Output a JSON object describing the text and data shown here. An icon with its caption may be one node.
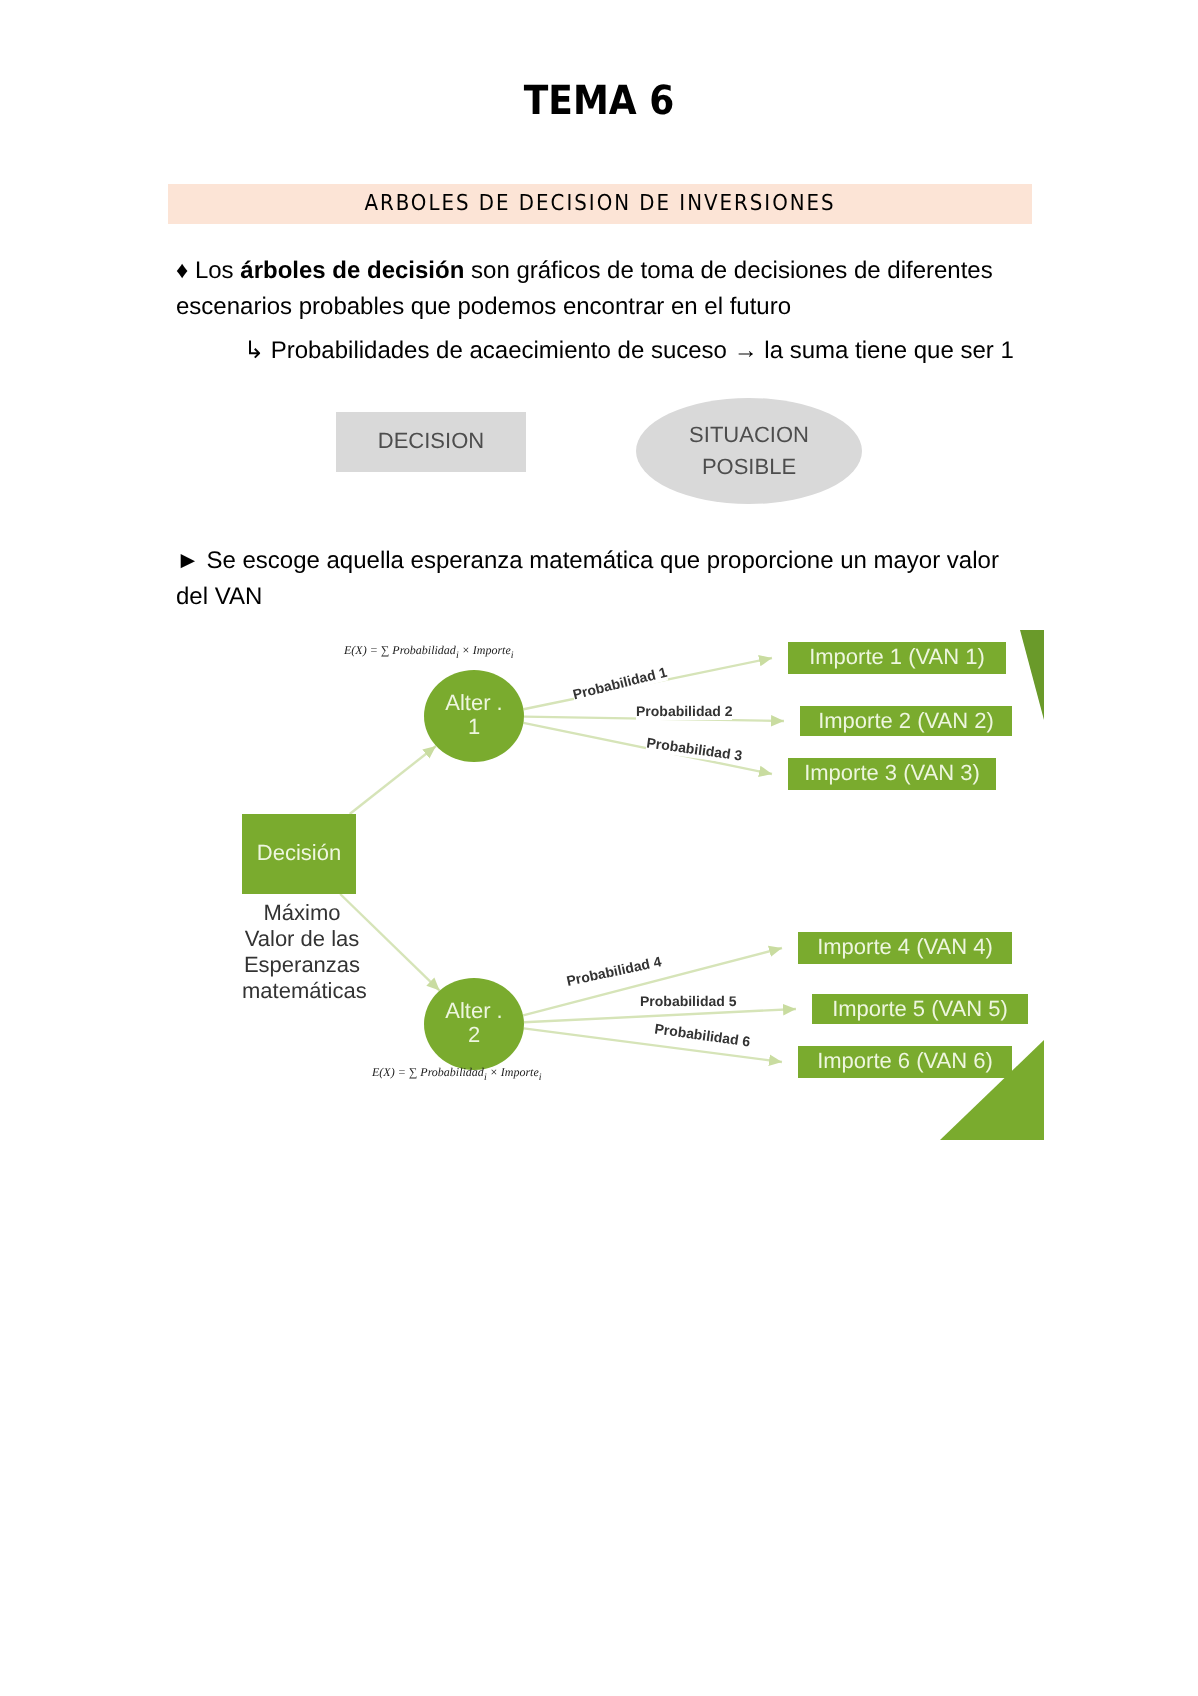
{
  "diagram": {
    "title": "TEMA 6",
    "nodes": [
      {
        "text": [
          "DECISION"
        ]
      },
      {
        "text": [
          "SITUACION POSIBLE"
        ]
      },
      {
        "text": [
          "Decisión"
        ],
        "beside": [
          "Máximo Valor de las Esperanzas matemáticas"
        ]
      },
      {
        "text": [
          "Alter . 1"
        ],
        "beside": [
          "E(X) = ∑ Probabilidad$_{i}$ × Importe$_{i}$"
        ]
      },
      {
        "text": [
          "Alter . 2"
        ],
        "beside": [
          "E(X) = ∑ Probabilidad$_{i}$ × Importe$_{i}$"
        ]
      },
      {
        "text": [
          "Importe 1 (VAN 1)"
        ]
      },
      {
        "text": [
          "Importe 2 (VAN 2)"
        ]
      },
      {
        "text": [
          "Importe 3 (VAN 3)"
        ]
      },
      {
        "text": [
          "Importe 4 (VAN 4)"
        ]
      },
      {
        "text": [
          "Importe 5 (VAN 5)"
        ]
      },
      {
        "text": [
          "Importe 6 (VAN 6)"
        ]
      }
    ],
    "edges": [
      {
        "from": 2,
        "to": 3,
        "arrow": "to"
      },
      {
        "from": 2,
        "to": 4,
        "arrow": "to"
      },
      {
        "from": 3,
        "to": 5,
        "arrow": "to",
        "label": "Probabilidad 1"
      },
      {
        "from": 3,
        "to": 6,
        "arrow": "to",
        "label": "Probabilidad 2"
      },
      {
        "from": 3,
        "to": 7,
        "arrow": "to",
        "label": "Probabilidad 3"
      },
      {
        "from": 4,
        "to": 8,
        "arrow": "to",
        "label": "Probabilidad 4"
      },
      {
        "from": 4,
        "to": 9,
        "arrow": "to",
        "label": "Probabilidad 5"
      },
      {
        "from": 4,
        "to": 10,
        "arrow": "to",
        "label": "Probabilidad 6"
      }
    ],
    "labels": [
      "ARBOLES DE DECISION DE INVERSIONES",
      "♦ Los **árboles de decisión** son gráficos de toma de decisiones de diferentes escenarios probables que podemos encontrar en el futuro",
      "↳ Probabilidades de acaecimiento de suceso → la suma tiene que ser 1",
      "► Se escoge aquella esperanza matemática que proporcione un mayor valor del VAN"
    ]
  }
}
